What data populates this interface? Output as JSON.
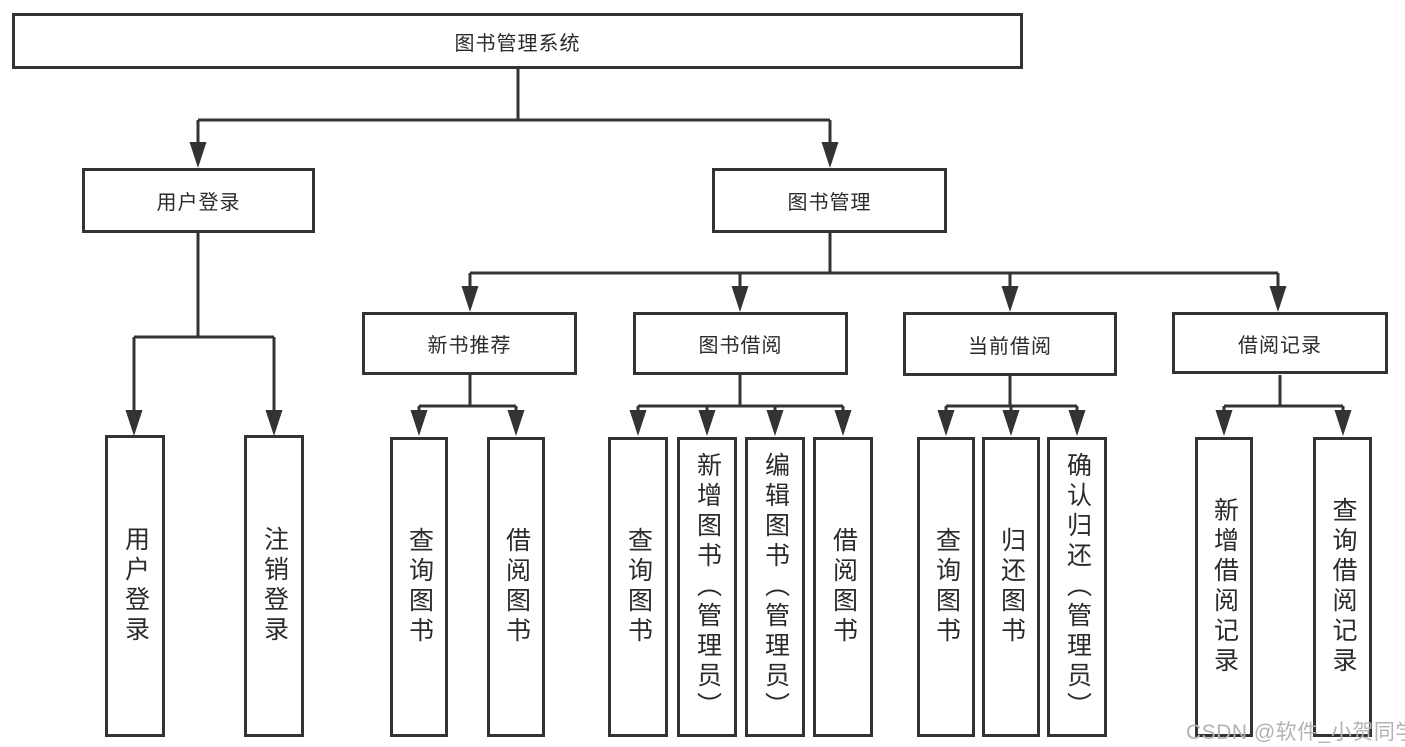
{
  "diagram": {
    "root": {
      "label": "图书管理系统"
    },
    "branches": [
      {
        "label": "用户登录",
        "children": [
          {
            "label": "用户登录"
          },
          {
            "label": "注销登录"
          }
        ]
      },
      {
        "label": "图书管理",
        "children": [
          {
            "label": "新书推荐",
            "children": [
              {
                "label": "查询图书"
              },
              {
                "label": "借阅图书"
              }
            ]
          },
          {
            "label": "图书借阅",
            "children": [
              {
                "label": "查询图书"
              },
              {
                "label": "新增图书（管理员）"
              },
              {
                "label": "编辑图书（管理员）"
              },
              {
                "label": "借阅图书"
              }
            ]
          },
          {
            "label": "当前借阅",
            "children": [
              {
                "label": "查询图书"
              },
              {
                "label": "归还图书"
              },
              {
                "label": "确认归还（管理员）"
              }
            ]
          },
          {
            "label": "借阅记录",
            "children": [
              {
                "label": "新增借阅记录"
              },
              {
                "label": "查询借阅记录"
              }
            ]
          }
        ]
      }
    ],
    "watermark": "CSDN @软件_小贺同学",
    "colors": {
      "line": "#333333",
      "text": "#2b2b2b",
      "watermark": "#b3b3b3",
      "background": "#ffffff"
    }
  }
}
